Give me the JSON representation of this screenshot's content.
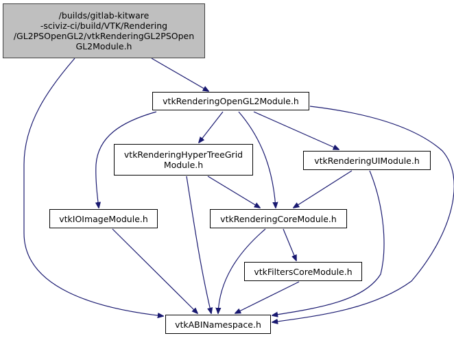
{
  "graph": {
    "title": "Include dependency graph",
    "edge_color": "#191970",
    "root_fill": "#bfbfbf",
    "node_fill": "#ffffff",
    "nodes": [
      {
        "id": "root",
        "label": "/builds/gitlab-kitware\n-sciviz-ci/build/VTK/Rendering\n/GL2PSOpenGL2/vtkRenderingGL2PSOpen\nGL2Module.h"
      },
      {
        "id": "opengl2",
        "label": "vtkRenderingOpenGL2Module.h"
      },
      {
        "id": "hypertreegrid",
        "label": "vtkRenderingHyperTreeGrid\nModule.h"
      },
      {
        "id": "ui",
        "label": "vtkRenderingUIModule.h"
      },
      {
        "id": "ioimage",
        "label": "vtkIOImageModule.h"
      },
      {
        "id": "core",
        "label": "vtkRenderingCoreModule.h"
      },
      {
        "id": "filterscore",
        "label": "vtkFiltersCoreModule.h"
      },
      {
        "id": "abi",
        "label": "vtkABINamespace.h"
      }
    ],
    "edges": [
      {
        "from": "root",
        "to": "opengl2"
      },
      {
        "from": "root",
        "to": "abi"
      },
      {
        "from": "opengl2",
        "to": "ioimage"
      },
      {
        "from": "opengl2",
        "to": "hypertreegrid"
      },
      {
        "from": "opengl2",
        "to": "core"
      },
      {
        "from": "opengl2",
        "to": "ui"
      },
      {
        "from": "opengl2",
        "to": "abi"
      },
      {
        "from": "hypertreegrid",
        "to": "core"
      },
      {
        "from": "hypertreegrid",
        "to": "abi"
      },
      {
        "from": "ui",
        "to": "core"
      },
      {
        "from": "ui",
        "to": "abi"
      },
      {
        "from": "ioimage",
        "to": "abi"
      },
      {
        "from": "core",
        "to": "filterscore"
      },
      {
        "from": "core",
        "to": "abi"
      },
      {
        "from": "filterscore",
        "to": "abi"
      }
    ]
  }
}
